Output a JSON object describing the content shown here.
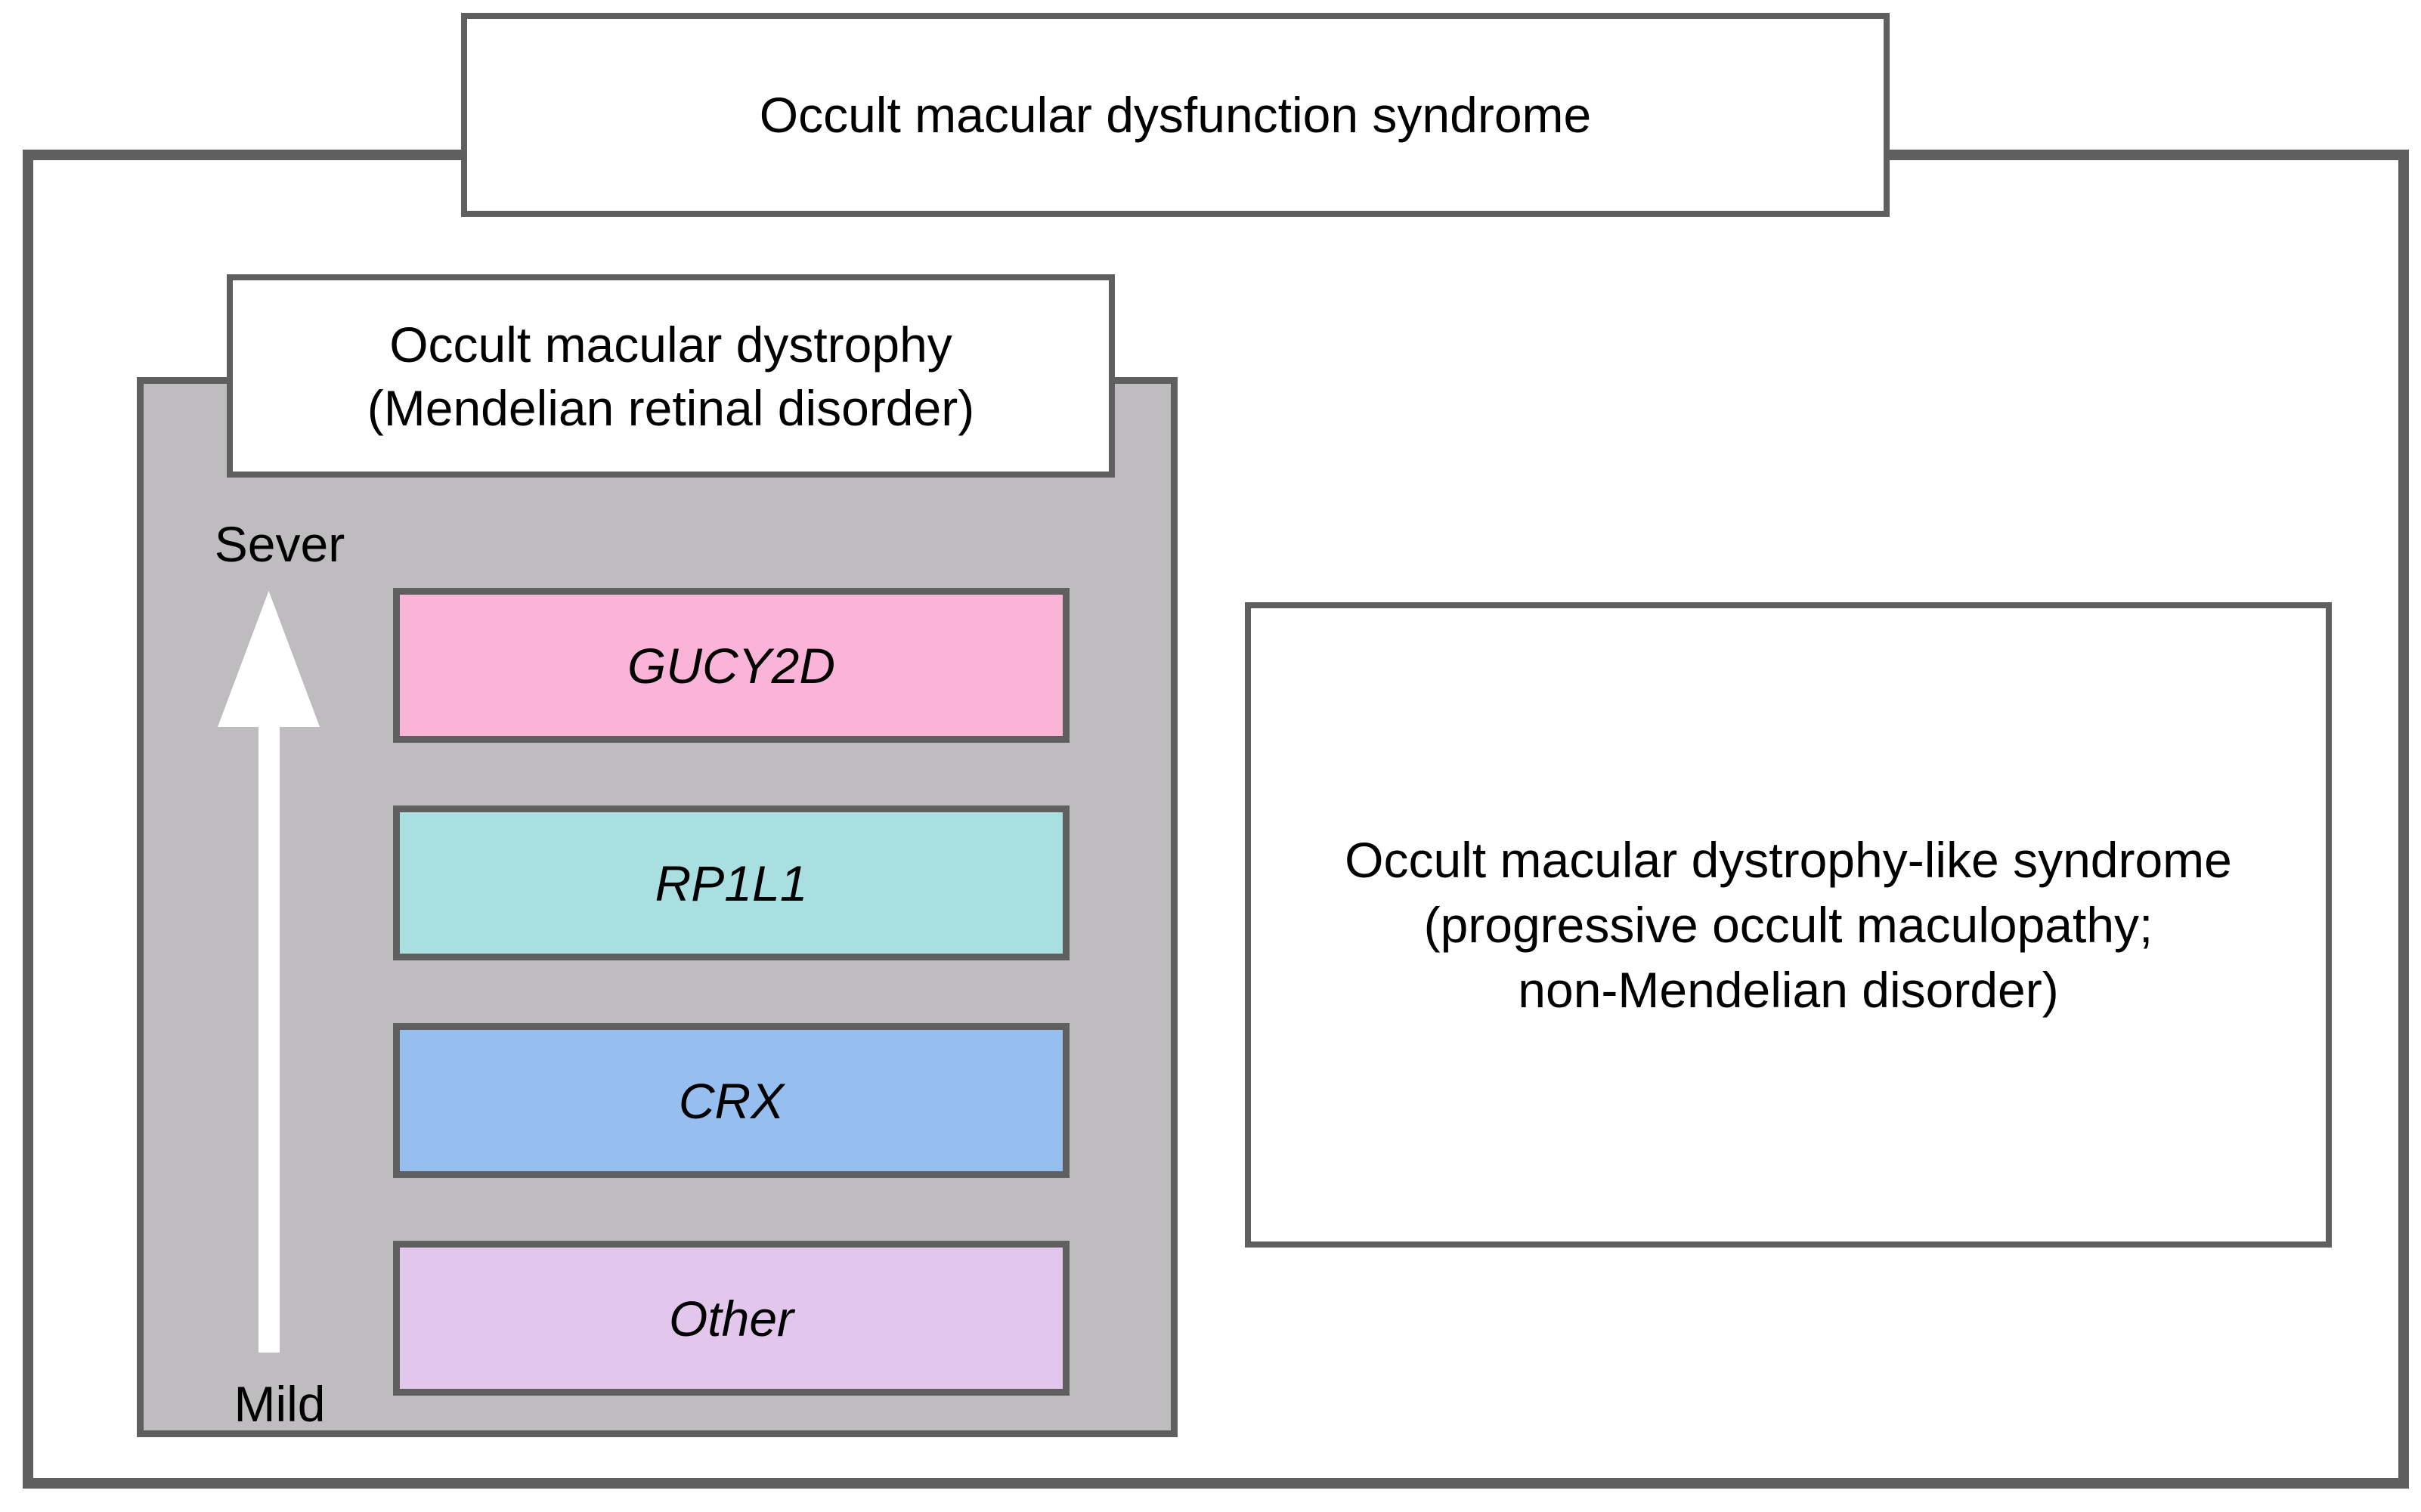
{
  "title": {
    "text": "Occult macular dysfunction syndrome"
  },
  "omd_box": {
    "label_line1": "Occult macular dystrophy",
    "label_line2": "(Mendelian retinal disorder)",
    "severity_top": "Sever",
    "severity_bottom": "Mild",
    "genes": [
      {
        "name": "GUCY2D",
        "color": "#fab4d8"
      },
      {
        "name": "RP1L1",
        "color": "#a9dfe0"
      },
      {
        "name": "CRX",
        "color": "#96beee"
      },
      {
        "name": "Other",
        "color": "#e3c6ec"
      }
    ]
  },
  "omd_like_box": {
    "line1": "Occult macular dystrophy-like syndrome",
    "line2": "(progressive occult maculopathy;",
    "line3": "non-Mendelian disorder)"
  },
  "colors": {
    "border_dark_gray": "#5f5f5f",
    "group_fill_gray": "#bebcbe",
    "arrow_white": "#ffffff"
  }
}
